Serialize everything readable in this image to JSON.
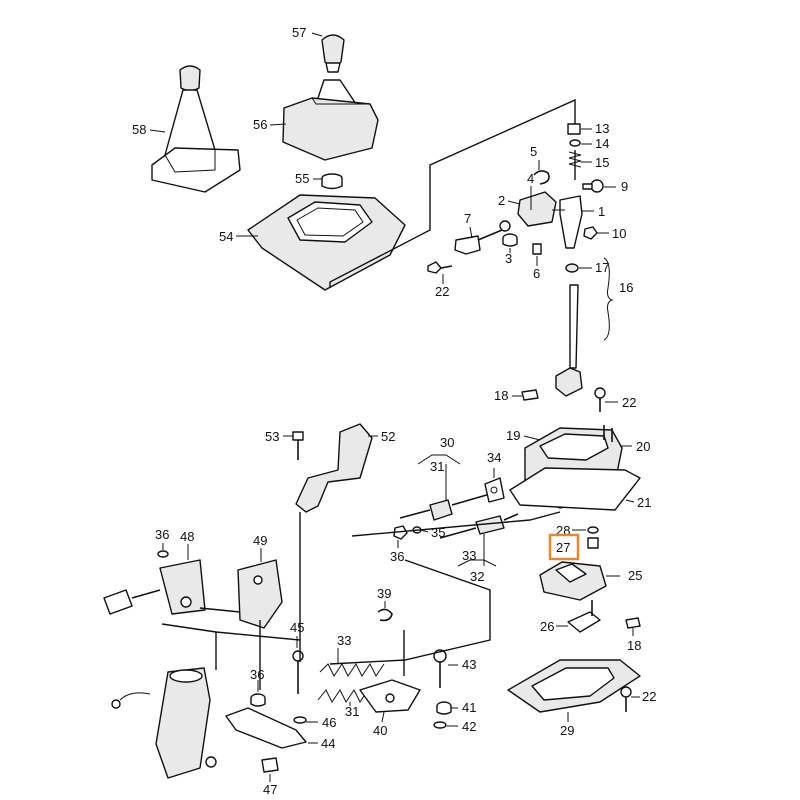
{
  "highlight": {
    "callout": "27",
    "color": "#e8862a"
  },
  "callouts": [
    {
      "id": "c57",
      "text": "57"
    },
    {
      "id": "c58",
      "text": "58"
    },
    {
      "id": "c56",
      "text": "56"
    },
    {
      "id": "c55",
      "text": "55"
    },
    {
      "id": "c54",
      "text": "54"
    },
    {
      "id": "c13",
      "text": "13"
    },
    {
      "id": "c14",
      "text": "14"
    },
    {
      "id": "c15",
      "text": "15"
    },
    {
      "id": "c5",
      "text": "5"
    },
    {
      "id": "c9",
      "text": "9"
    },
    {
      "id": "c2",
      "text": "2"
    },
    {
      "id": "c1",
      "text": "1"
    },
    {
      "id": "c7",
      "text": "7"
    },
    {
      "id": "c4",
      "text": "4"
    },
    {
      "id": "c10",
      "text": "10"
    },
    {
      "id": "c3",
      "text": "3"
    },
    {
      "id": "c6",
      "text": "6"
    },
    {
      "id": "c17",
      "text": "17"
    },
    {
      "id": "c22a",
      "text": "22"
    },
    {
      "id": "c16",
      "text": "16"
    },
    {
      "id": "c18a",
      "text": "18"
    },
    {
      "id": "c22b",
      "text": "22"
    },
    {
      "id": "c53",
      "text": "53"
    },
    {
      "id": "c52",
      "text": "52"
    },
    {
      "id": "c30",
      "text": "30"
    },
    {
      "id": "c31a",
      "text": "31"
    },
    {
      "id": "c34",
      "text": "34"
    },
    {
      "id": "c19",
      "text": "19"
    },
    {
      "id": "c20",
      "text": "20"
    },
    {
      "id": "c21",
      "text": "21"
    },
    {
      "id": "c36a",
      "text": "36"
    },
    {
      "id": "c48",
      "text": "48"
    },
    {
      "id": "c49",
      "text": "49"
    },
    {
      "id": "c35",
      "text": "35"
    },
    {
      "id": "c36b",
      "text": "36"
    },
    {
      "id": "c28",
      "text": "28"
    },
    {
      "id": "c27",
      "text": "27"
    },
    {
      "id": "c33a",
      "text": "33"
    },
    {
      "id": "c32",
      "text": "32"
    },
    {
      "id": "c25",
      "text": "25"
    },
    {
      "id": "c39",
      "text": "39"
    },
    {
      "id": "c26",
      "text": "26"
    },
    {
      "id": "c18b",
      "text": "18"
    },
    {
      "id": "c45",
      "text": "45"
    },
    {
      "id": "c33b",
      "text": "33"
    },
    {
      "id": "c43",
      "text": "43"
    },
    {
      "id": "c36c",
      "text": "36"
    },
    {
      "id": "c31b",
      "text": "31"
    },
    {
      "id": "c22c",
      "text": "22"
    },
    {
      "id": "c46",
      "text": "46"
    },
    {
      "id": "c41",
      "text": "41"
    },
    {
      "id": "c42",
      "text": "42"
    },
    {
      "id": "c40",
      "text": "40"
    },
    {
      "id": "c29",
      "text": "29"
    },
    {
      "id": "c44",
      "text": "44"
    },
    {
      "id": "c47",
      "text": "47"
    }
  ]
}
